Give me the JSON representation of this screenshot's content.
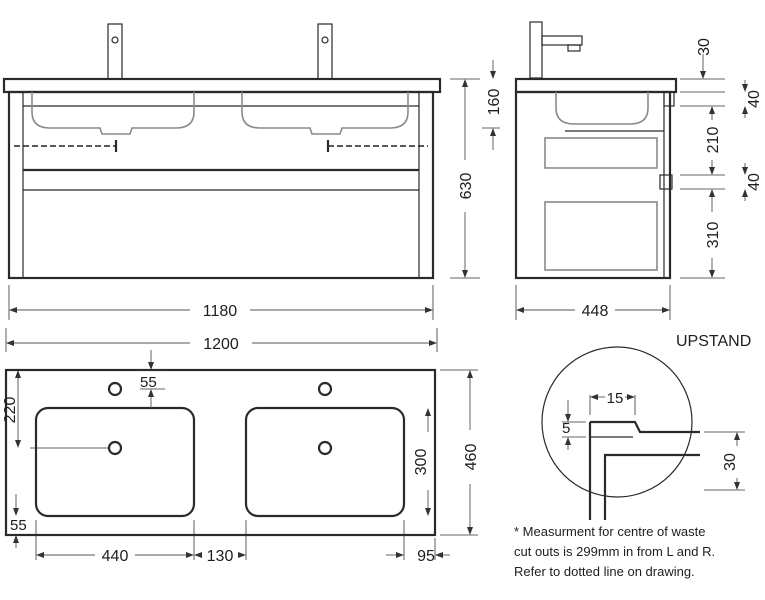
{
  "dimensions": {
    "width_1180": "1180",
    "width_1200": "1200",
    "depth_448": "448",
    "height_630": "630",
    "height_160": "160",
    "tap_30": "30",
    "side_40a": "40",
    "side_210": "210",
    "side_40b": "40",
    "side_310": "310",
    "top_220": "220",
    "top_55a": "55",
    "top_55b": "55",
    "top_440": "440",
    "top_130": "130",
    "top_95": "95",
    "top_300": "300",
    "top_460": "460"
  },
  "upstand": {
    "title": "UPSTAND",
    "dim_15": "15",
    "dim_5": "5",
    "dim_30": "30"
  },
  "note": {
    "line1": "* Measurment for centre of waste",
    "line2": "cut outs is 299mm in from L and R.",
    "line3": "Refer to dotted line on drawing."
  },
  "colors": {
    "line": "#2a2a2a",
    "hidden": "#8a8a8a"
  }
}
